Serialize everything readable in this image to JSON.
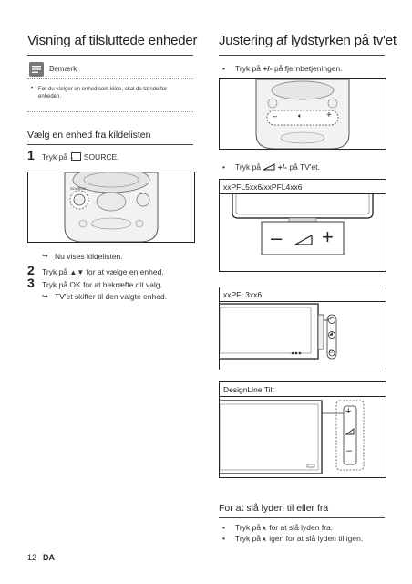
{
  "left": {
    "title": "Visning af tilsluttede enheder",
    "note": {
      "label": "Bemærk",
      "bullet": "Før du vælger en enhed som kilde, skal du tænde for enheden."
    },
    "section_title": "Vælg en enhed fra kildelisten",
    "step1": {
      "num": "1",
      "prefix": "Tryk på",
      "key": "SOURCE",
      "suffix": "."
    },
    "remote_label": "SOURCE",
    "result1": "Nu vises kildelisten.",
    "step2": {
      "num": "2",
      "prefix": "Tryk på",
      "key": "▲▼",
      "suffix": "for at vælge en enhed."
    },
    "step3": {
      "num": "3",
      "prefix": "Tryk på",
      "key": "OK",
      "suffix": "for at bekræfte dit valg."
    },
    "result3": "TV'et skifter til den valgte enhed."
  },
  "right": {
    "title": "Justering af lydstyrken på tv'et",
    "bullet1": {
      "prefix": "Tryk på",
      "key": "+/-",
      "suffix": "på fjernbetjeningen."
    },
    "bullet2": {
      "prefix": "Tryk på",
      "key": "+/-",
      "suffix": "på TV'et."
    },
    "model1": "xxPFL5xx6/xxPFL4xx6",
    "model2": "xxPFL3xx6",
    "model3": "DesignLine Tilt",
    "mute_title": "For at slå lyden til eller fra",
    "mute1": {
      "prefix": "Tryk på",
      "suffix": "for at slå lyden fra."
    },
    "mute2": {
      "prefix": "Tryk på",
      "suffix": "igen for at slå lyden til igen."
    }
  },
  "footer": {
    "page": "12",
    "lang": "DA"
  }
}
